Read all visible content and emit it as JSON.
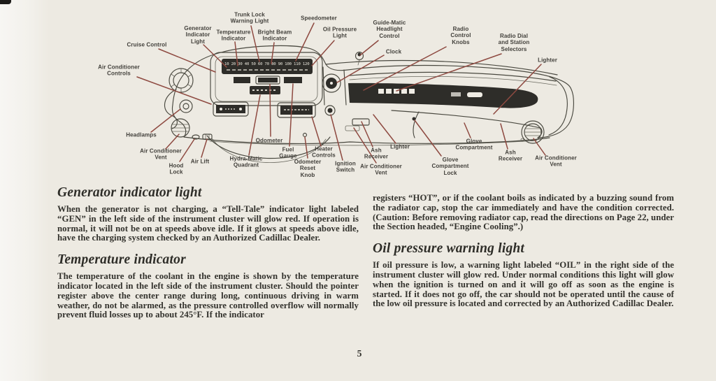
{
  "colors": {
    "paper": "#edeae2",
    "ink": "#33322d",
    "art": "#49483f",
    "dark": "#2e2d29",
    "callout": "#8e4a41",
    "label": "#413f3a"
  },
  "diagram": {
    "title": "Instrument panel diagram",
    "speedometer_numbers": "10 20 30 40 50 60 70 80 90 100 110 120",
    "labels": [
      {
        "id": "cruise-control",
        "text": "Cruise Control"
      },
      {
        "id": "air-conditioner-controls",
        "text": "Air Conditioner\nControls"
      },
      {
        "id": "generator-indicator-light",
        "text": "Generator\nIndicator\nLight"
      },
      {
        "id": "temperature-indicator",
        "text": "Temperature\nIndicator"
      },
      {
        "id": "trunk-lock-warning-light",
        "text": "Trunk Lock\nWarning Light"
      },
      {
        "id": "bright-beam-indicator",
        "text": "Bright Beam\nIndicator"
      },
      {
        "id": "speedometer",
        "text": "Speedometer"
      },
      {
        "id": "oil-pressure-light",
        "text": "Oil Pressure\nLight"
      },
      {
        "id": "guide-matic-headlight-control",
        "text": "Guide-Matic\nHeadlight\nControl"
      },
      {
        "id": "clock",
        "text": "Clock"
      },
      {
        "id": "radio-control-knobs",
        "text": "Radio\nControl\nKnobs"
      },
      {
        "id": "radio-dial-station-selectors",
        "text": "Radio Dial\nand Station\nSelectors"
      },
      {
        "id": "lighter-top",
        "text": "Lighter"
      },
      {
        "id": "headlamps",
        "text": "Headlamps"
      },
      {
        "id": "air-conditioner-vent-left",
        "text": "Air Conditioner\nVent"
      },
      {
        "id": "hood-lock",
        "text": "Hood\nLock"
      },
      {
        "id": "air-lift",
        "text": "Air Lift"
      },
      {
        "id": "hydra-matic-quadrant",
        "text": "Hydra-Matic\nQuadrant"
      },
      {
        "id": "odometer",
        "text": "Odometer"
      },
      {
        "id": "fuel-gauge",
        "text": "Fuel\nGauge"
      },
      {
        "id": "odometer-reset-knob",
        "text": "Odometer\nReset\nKnob"
      },
      {
        "id": "heater-controls",
        "text": "Heater\nControls"
      },
      {
        "id": "ignition-switch",
        "text": "Ignition\nSwitch"
      },
      {
        "id": "ash-receiver-center",
        "text": "Ash\nReceiver"
      },
      {
        "id": "air-conditioner-vent-center",
        "text": "Air Conditioner\nVent"
      },
      {
        "id": "lighter-center",
        "text": "Lighter"
      },
      {
        "id": "glove-compartment-lock",
        "text": "Glove\nCompartment\nLock"
      },
      {
        "id": "glove-compartment",
        "text": "Glove\nCompartment"
      },
      {
        "id": "ash-receiver-right",
        "text": "Ash\nReceiver"
      },
      {
        "id": "air-conditioner-vent-right",
        "text": "Air Conditioner\nVent"
      }
    ]
  },
  "content": {
    "left_column": {
      "section1": {
        "heading": "Generator indicator light",
        "body": "When the generator is not charging, a “Tell-Tale” indicator light labeled “GEN” in the left side of the instrument cluster will glow red. If operation is normal, it will not be on at speeds above idle. If it glows at speeds above idle, have the charging system checked by an Authorized Cadillac Dealer."
      },
      "section2": {
        "heading": "Temperature indicator",
        "body": "The temperature of the coolant in the engine is shown by the temperature indicator located in the left side of the instrument cluster. Should the pointer register above the center range during long, continuous driving in warm weather, do not be alarmed, as the pressure controlled overflow will normally prevent fluid losses up to about 245°F. If the indicator"
      }
    },
    "right_column": {
      "continuation": "registers “HOT”, or if the coolant boils as indicated by a buzzing sound from the radiator cap, stop the car immediately and have the condition corrected. (Caution: Before removing radiator cap, read the directions on Page 22, under the Section headed, “Engine Cooling”.)",
      "section1": {
        "heading": "Oil pressure warning light",
        "body": "If oil pressure is low, a warning light labeled “OIL” in the right side of the instrument cluster will glow red. Under normal conditions this light will glow when the ignition is turned on and it will go off as soon as the engine is started. If it does not go off, the car should not be operated until the cause of the low oil pressure is located and corrected by an Authorized Cadillac Dealer."
      }
    }
  },
  "page_number": "5"
}
